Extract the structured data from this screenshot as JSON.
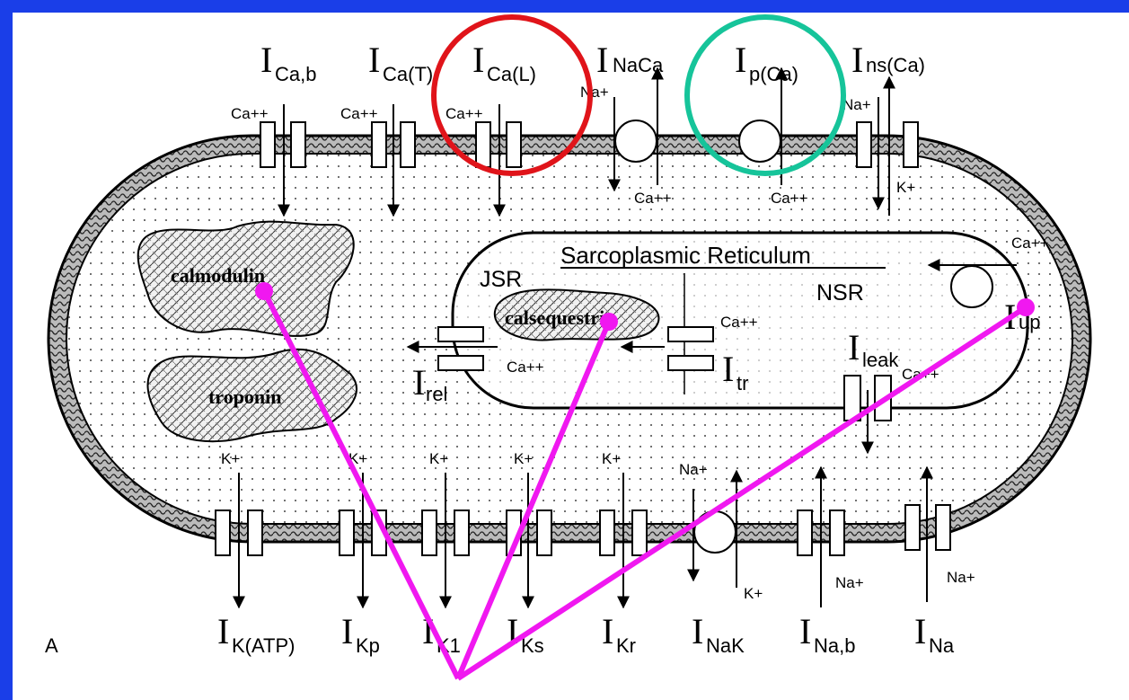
{
  "panel_letter": "A",
  "colors": {
    "frame": "#1a3ee8",
    "highlight_red": "#e0141a",
    "highlight_green": "#16c49a",
    "pointer_magenta": "#f018f0"
  },
  "top_currents": [
    {
      "name": "ICa,b",
      "I": "I",
      "sub": "Ca,b",
      "ion": "Ca++"
    },
    {
      "name": "ICa(T)",
      "I": "I",
      "sub": "Ca(T)",
      "ion": "Ca++"
    },
    {
      "name": "ICa(L)",
      "I": "I",
      "sub": "Ca(L)",
      "ion": "Ca++"
    },
    {
      "name": "INaCa",
      "I": "I",
      "sub": "NaCa",
      "ion_top": "Na+",
      "ion_bottom": "Ca++"
    },
    {
      "name": "Ip(Ca)",
      "I": "I",
      "sub": "p(Ca)",
      "ion_bottom": "Ca++"
    },
    {
      "name": "Ins(Ca)",
      "I": "I",
      "sub": "ns(Ca)",
      "ion_top": "Na+",
      "ion_bottom": "K+"
    }
  ],
  "bottom_currents": [
    {
      "name": "IK(ATP)",
      "I": "I",
      "sub": "K(ATP)",
      "ion": "K+"
    },
    {
      "name": "IKp",
      "I": "I",
      "sub": "Kp",
      "ion": "K+"
    },
    {
      "name": "IK1",
      "I": "I",
      "sub": "K1",
      "ion": "K+"
    },
    {
      "name": "IKs",
      "I": "I",
      "sub": "Ks",
      "ion": "K+"
    },
    {
      "name": "IKr",
      "I": "I",
      "sub": "Kr",
      "ion": "K+"
    },
    {
      "name": "INaK",
      "I": "I",
      "sub": "NaK",
      "ion_top": "Na+",
      "ion_bottom": "K+"
    },
    {
      "name": "INa,b",
      "I": "I",
      "sub": "Na,b",
      "ion": "Na+"
    },
    {
      "name": "INa",
      "I": "I",
      "sub": "Na",
      "ion": "Na+"
    }
  ],
  "sr": {
    "title": "Sarcoplasmic Reticulum",
    "jsr": "JSR",
    "nsr": "NSR",
    "calsequestrin": "calsequestrin",
    "i_rel": {
      "I": "I",
      "sub": "rel",
      "ion": "Ca++"
    },
    "i_tr": {
      "I": "I",
      "sub": "tr",
      "ion": "Ca++"
    },
    "i_leak": {
      "I": "I",
      "sub": "leak",
      "ion": "Ca++"
    },
    "i_up": {
      "I": "I",
      "sub": "up",
      "ion": "Ca++"
    }
  },
  "cytosol": {
    "calmodulin": "calmodulin",
    "troponin": "troponin"
  }
}
